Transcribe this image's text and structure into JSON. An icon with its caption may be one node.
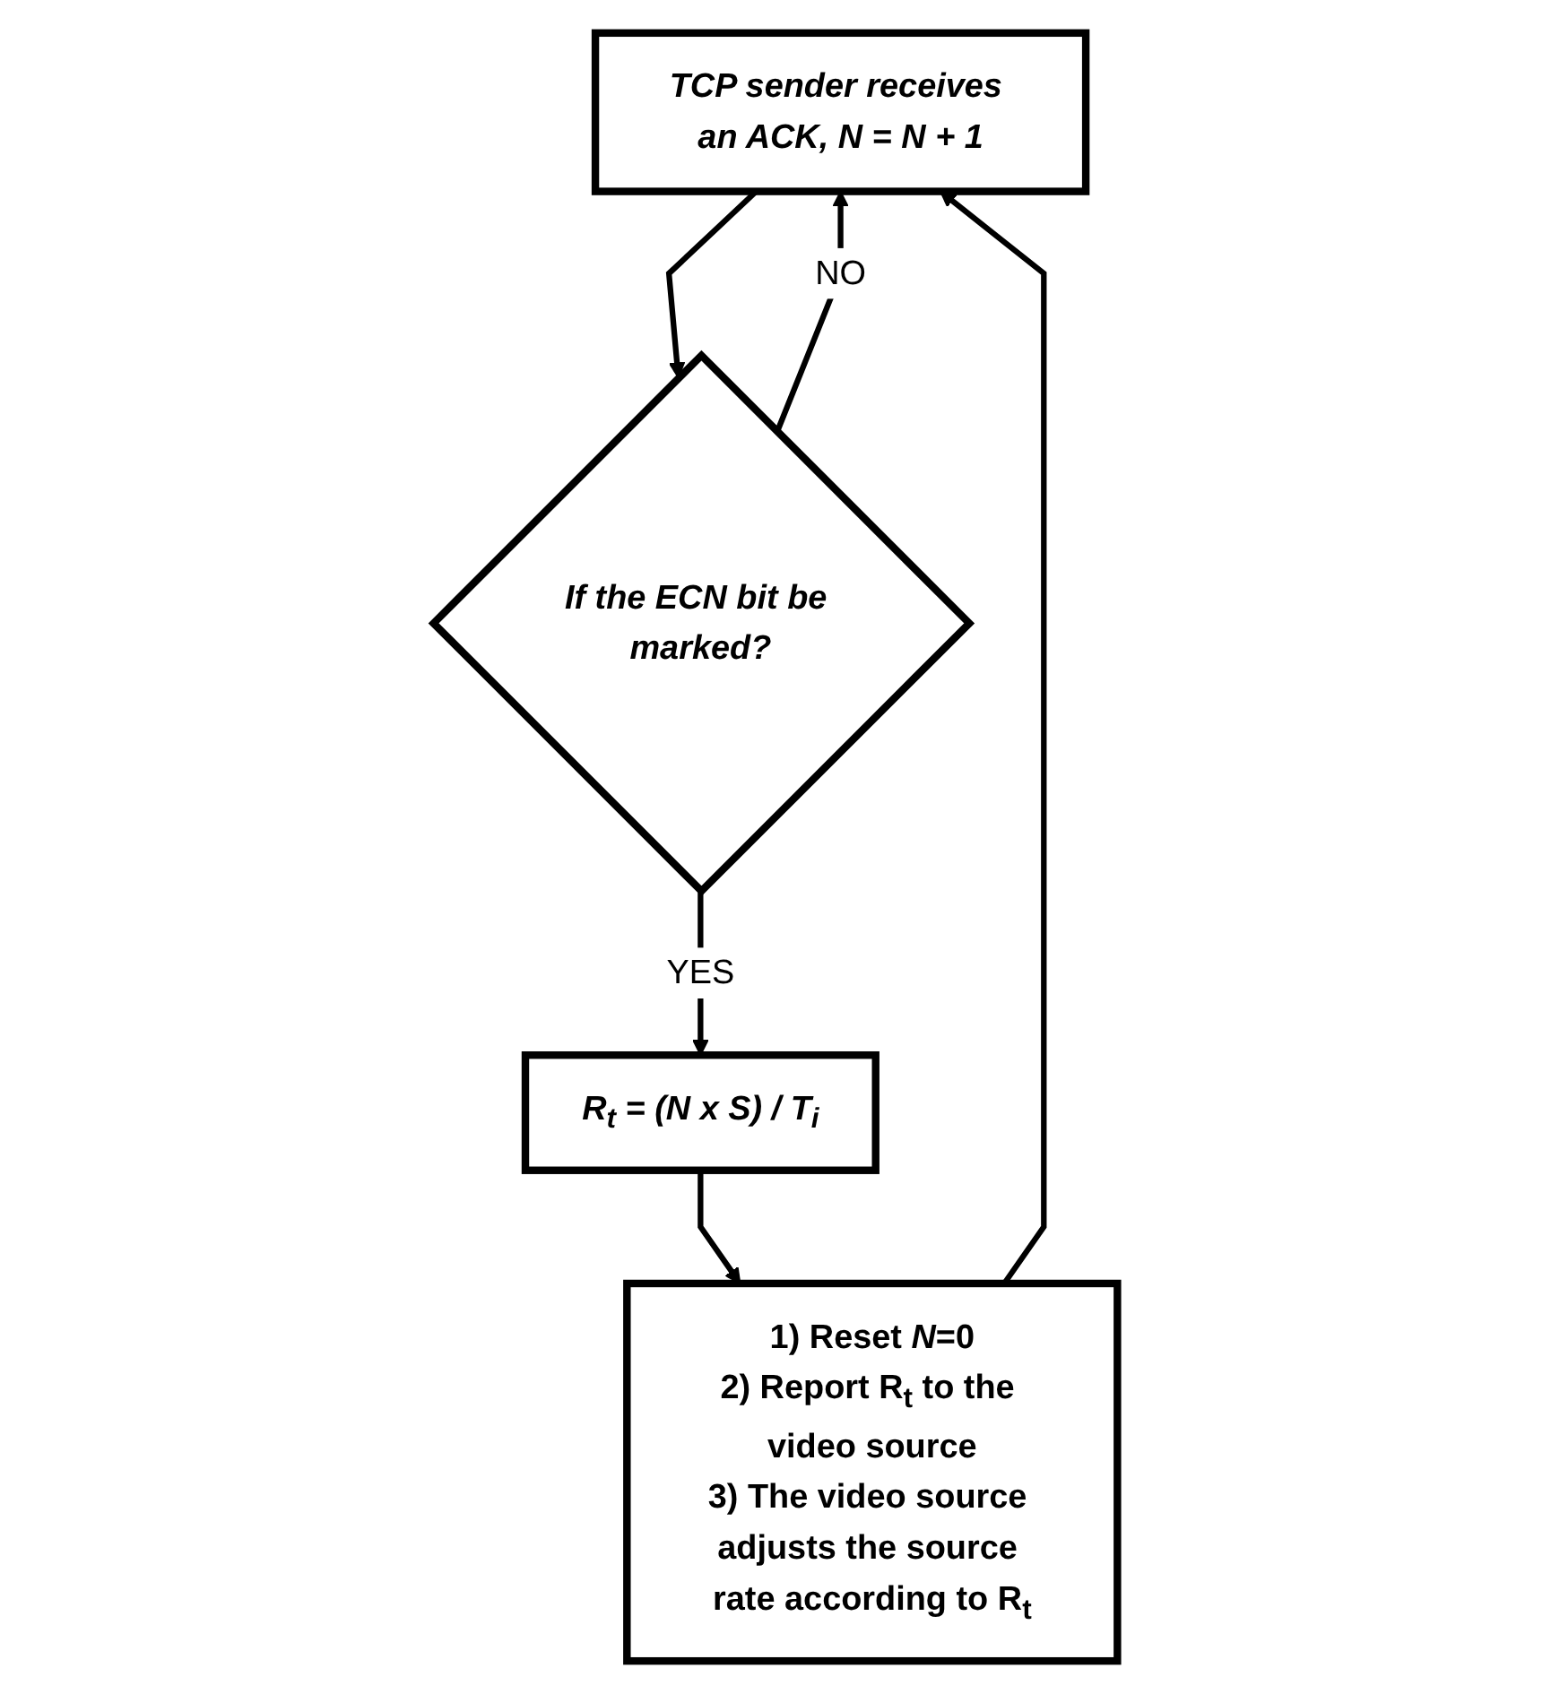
{
  "diagram": {
    "nodes": [
      {
        "text": [
          "TCP sender receives an ACK, N = N + 1"
        ]
      },
      {
        "text": [
          "If the ECN bit be marked?"
        ]
      },
      {
        "text": [
          "R$_{t}$ = (N x S) / T$_{i}$"
        ]
      },
      {
        "text": [
          "1) Reset *N*=0",
          "2) Report R$_{t}$ to the video source",
          "3) The video source adjusts the source rate according to R$_{t}$"
        ]
      }
    ],
    "edges": [
      {
        "from": 0,
        "to": 1,
        "arrow": "to"
      },
      {
        "from": 1,
        "to": 0,
        "arrow": "to",
        "label": "NO"
      },
      {
        "from": 1,
        "to": 2,
        "arrow": "to",
        "label": "YES"
      },
      {
        "from": 2,
        "to": 3,
        "arrow": "to"
      },
      {
        "from": 3,
        "to": 0,
        "arrow": "to"
      }
    ]
  }
}
